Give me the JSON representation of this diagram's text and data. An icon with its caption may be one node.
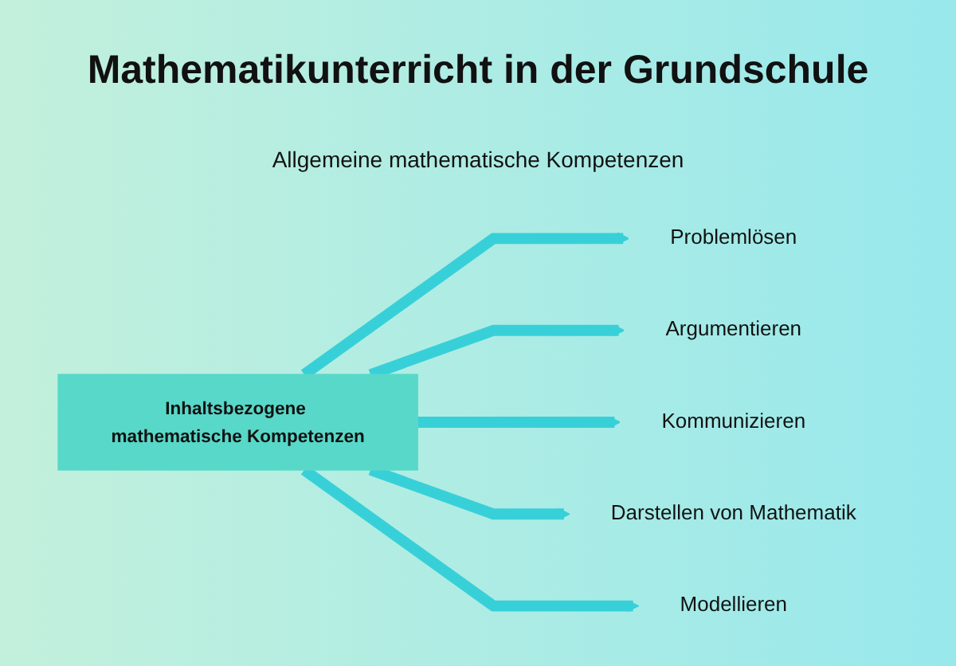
{
  "diagram": {
    "title": "Mathematikunterricht in der Grundschule",
    "nodes": [
      {
        "text": [
          "Problemlösen"
        ]
      },
      {
        "text": [
          "Argumentieren"
        ]
      },
      {
        "text": [
          "Kommunizieren"
        ]
      },
      {
        "text": [
          "Inhaltsbezogene mathematische Kompetenzen"
        ]
      },
      {
        "text": [
          "Darstellen von Mathematik"
        ]
      },
      {
        "text": [
          "Modellieren"
        ]
      }
    ],
    "edges": [
      {
        "from": 3,
        "to": 0,
        "arrow": "to"
      },
      {
        "from": 3,
        "to": 1,
        "arrow": "to"
      },
      {
        "from": 3,
        "to": 2,
        "arrow": "to"
      },
      {
        "from": 3,
        "to": 4,
        "arrow": "to"
      },
      {
        "from": 3,
        "to": 5,
        "arrow": "to"
      }
    ],
    "labels": [
      "Allgemeine mathematische Kompetenzen"
    ]
  }
}
